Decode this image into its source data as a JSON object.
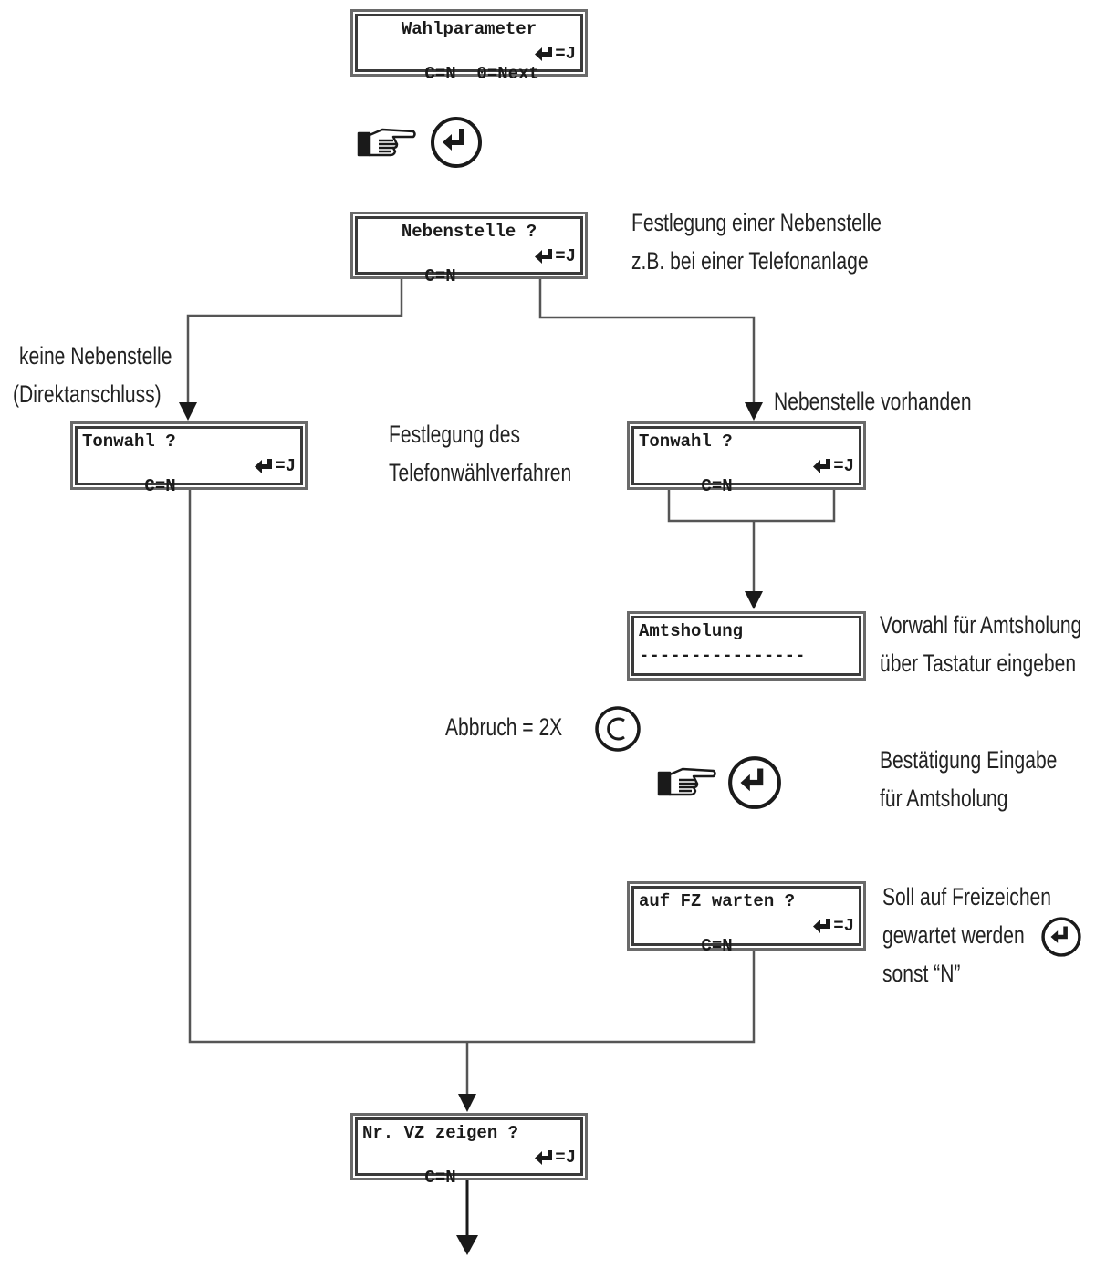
{
  "colors": {
    "line": "#555555",
    "frame": "#3a3a3a",
    "text": "#222222"
  },
  "boxes": {
    "wahlparameter": {
      "line1": "Wahlparameter",
      "line2_left": "C=N  0=Next",
      "line2_right": "=J"
    },
    "nebenstelle": {
      "line1": "Nebenstelle ?",
      "line2_left": "C=N",
      "line2_right": "=J"
    },
    "tonwahl_left": {
      "line1": "Tonwahl ?",
      "line2_left": "C=N",
      "line2_right": "=J"
    },
    "tonwahl_right": {
      "line1": "Tonwahl ?",
      "line2_left": "C=N",
      "line2_right": "=J"
    },
    "amtsholung": {
      "line1": "Amtsholung",
      "line2": "----------------"
    },
    "fz_warten": {
      "line1": "auf FZ warten ?",
      "line2_left": "C=N",
      "line2_right": "=J"
    },
    "vz_zeigen": {
      "line1": "Nr. VZ zeigen ?",
      "line2_left": "C=N",
      "line2_right": "=J"
    }
  },
  "notes": {
    "nebenstelle_desc": [
      "Festlegung einer Nebenstelle",
      "z.B. bei einer Telefonanlage"
    ],
    "keine_nebenstelle": [
      "keine Nebenstelle",
      "(Direktanschluss)"
    ],
    "nebenstelle_vorhanden": "Nebenstelle vorhanden",
    "waehlverfahren": [
      "Festlegung des",
      "Telefonwählverfahren"
    ],
    "amtsholung_desc": [
      "Vorwahl für Amtsholung",
      "über Tastatur eingeben"
    ],
    "abbruch": "Abbruch = 2X",
    "bestaetigung": [
      "Bestätigung Eingabe",
      "für Amtsholung"
    ],
    "freizeichen_1": "Soll auf Freizeichen",
    "freizeichen_2": "gewartet werden",
    "freizeichen_3": "sonst “N”"
  },
  "icons": {
    "enter": "enter-key-icon",
    "cancel": "c-key-icon",
    "hand": "pointing-hand-icon"
  }
}
